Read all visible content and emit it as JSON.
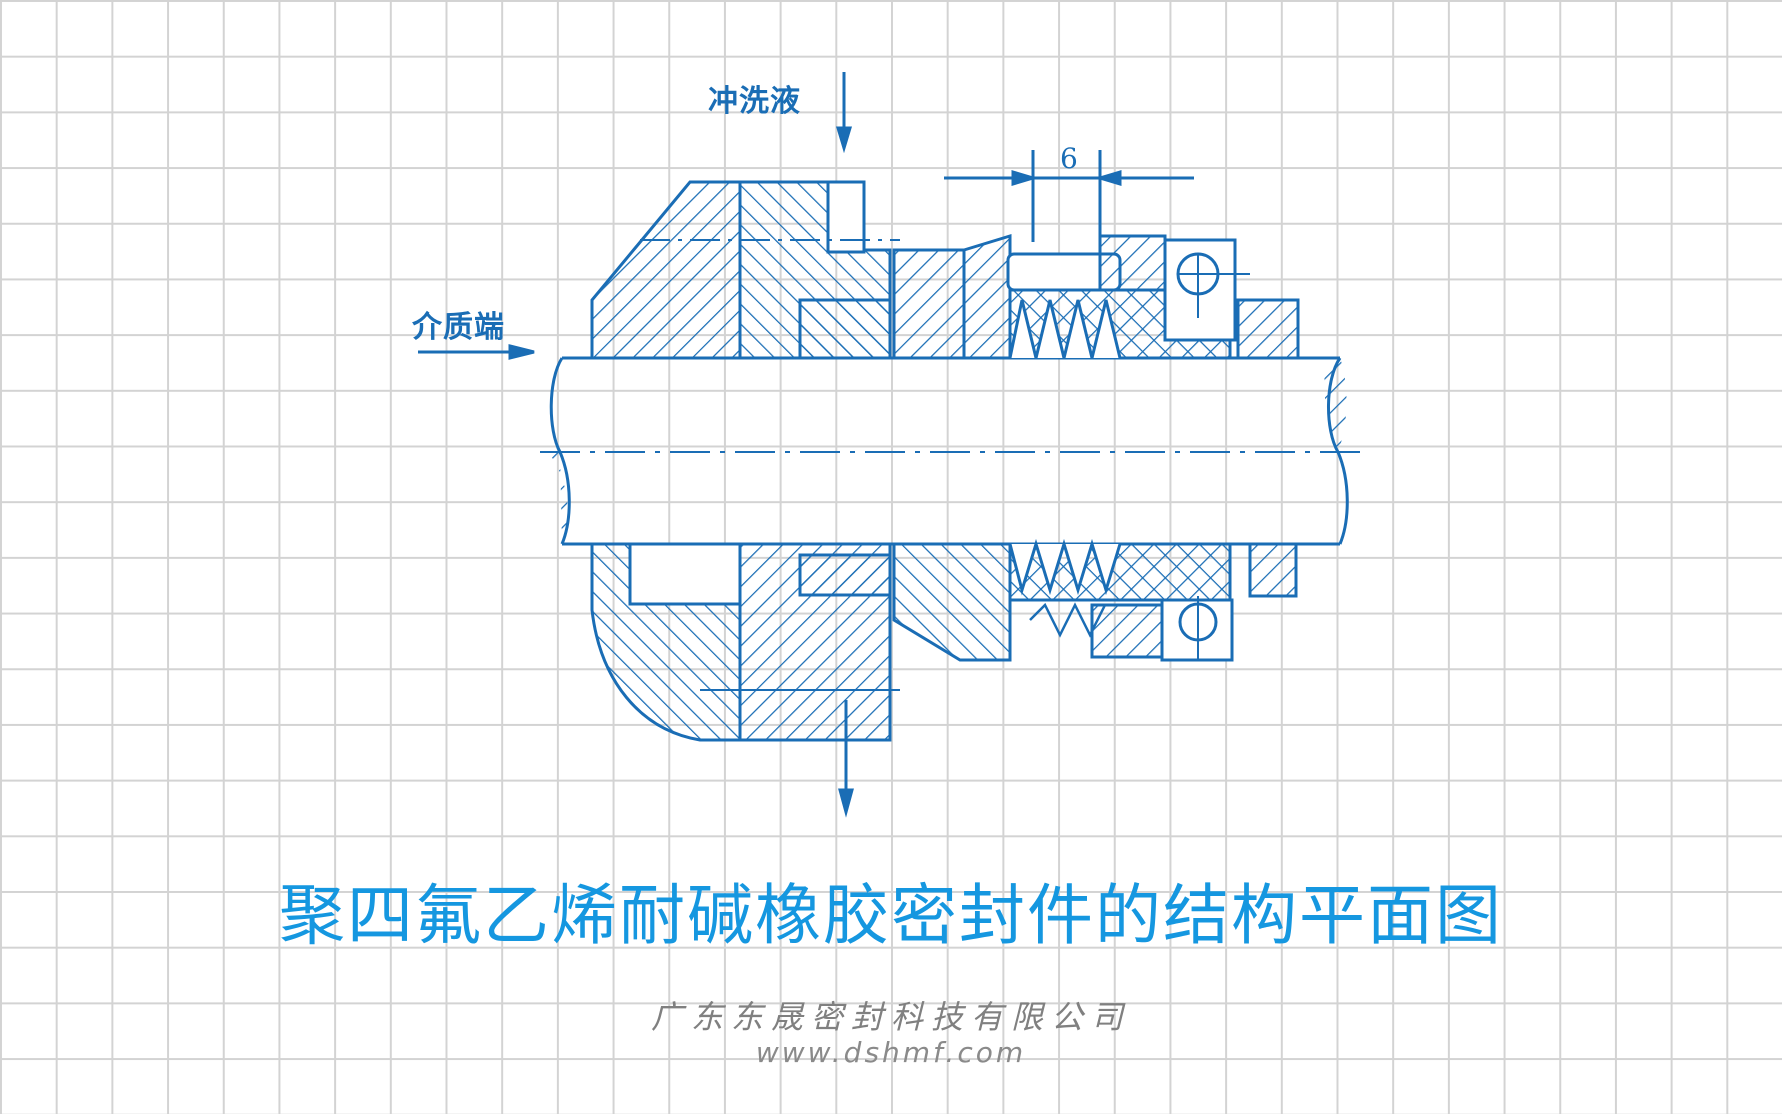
{
  "diagram": {
    "title": "聚四氟乙烯耐碱橡胶密封件的结构平面图",
    "labels": {
      "flushing_fluid": "冲洗液",
      "medium_side": "介质端",
      "dimension": "6"
    },
    "footer": {
      "company": "广东东晟密封科技有限公司",
      "website": "www.dshmf.com"
    },
    "colors": {
      "drawing_line": "#1a6db5",
      "title": "#1597e0",
      "footer_text": "#808080",
      "grid": "#d3d3d3",
      "background": "#ffffff"
    }
  }
}
